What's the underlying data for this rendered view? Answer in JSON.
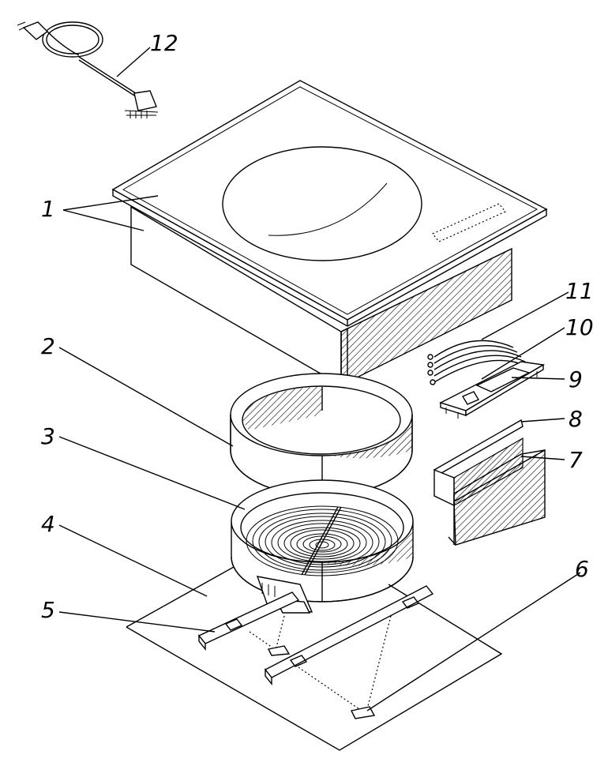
{
  "labels": {
    "l1": "1",
    "l2": "2",
    "l3": "3",
    "l4": "4",
    "l5": "5",
    "l6": "6",
    "l7": "7",
    "l8": "8",
    "l9": "9",
    "l10": "10",
    "l11": "11",
    "l12": "12"
  },
  "colors": {
    "line": "#000000",
    "background": "#ffffff"
  }
}
